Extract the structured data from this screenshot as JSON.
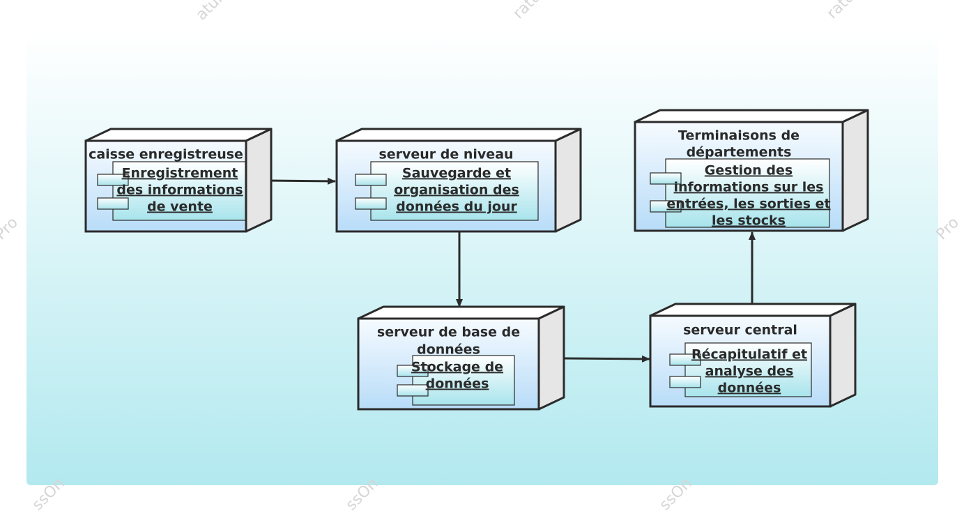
{
  "diagram": {
    "nodes": [
      {
        "id": "caisse",
        "title": [
          "caisse enregistreuse"
        ],
        "component": [
          "Enregistrement",
          "des informations",
          "de vente"
        ]
      },
      {
        "id": "serveur-niveau",
        "title": [
          "serveur de niveau"
        ],
        "component": [
          "Sauvegarde et",
          "organisation des",
          "données du jour"
        ]
      },
      {
        "id": "terminaisons",
        "title": [
          "Terminaisons de",
          "départements"
        ],
        "component": [
          "Gestion des",
          "informations sur les",
          "entrées, les sorties et",
          "les stocks"
        ]
      },
      {
        "id": "serveur-bdd",
        "title": [
          "serveur de base de",
          "données"
        ],
        "component": [
          "Stockage de",
          "données"
        ]
      },
      {
        "id": "serveur-central",
        "title": [
          "serveur central"
        ],
        "component": [
          "Récapitulatif et",
          "analyse des",
          "données"
        ]
      }
    ],
    "edges": [
      {
        "from": "caisse",
        "to": "serveur-niveau"
      },
      {
        "from": "serveur-niveau",
        "to": "serveur-bdd"
      },
      {
        "from": "serveur-bdd",
        "to": "serveur-central"
      },
      {
        "from": "serveur-central",
        "to": "terminaisons"
      }
    ],
    "colors": {
      "background_top": "#ffffff",
      "background_bottom": "#b2e9ef",
      "node_front_top": "#f6fbff",
      "node_front_bottom": "#b8dcf8",
      "node_side": "#e6e6e6",
      "component_top": "#ffffff",
      "component_bottom": "#a8e4ec",
      "stroke": "#2b2b2b"
    }
  }
}
